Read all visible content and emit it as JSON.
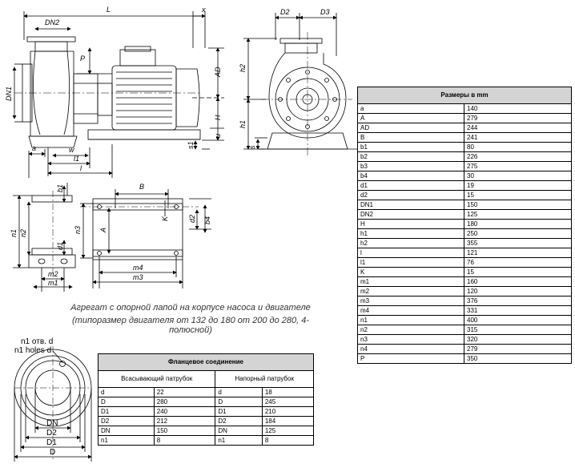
{
  "dimension_labels": {
    "L": "L",
    "x": "x",
    "DN2": "DN2",
    "P": "P",
    "AD": "AD",
    "H": "H",
    "DN1": "DN1",
    "a": "a",
    "w": "w",
    "l1": "l1",
    "l": "l",
    "u": "u",
    "s1": "s1",
    "D2": "D2",
    "D3": "D3",
    "h2": "h2",
    "h1": "h1",
    "s": "s",
    "b1": "b1",
    "B": "B",
    "n1": "n1",
    "n2": "n2",
    "d1": "d1",
    "m2": "m2",
    "m1": "m1",
    "n3": "n3",
    "A": "A",
    "K": "K",
    "d2": "d2",
    "b4": "b4",
    "m4": "m4",
    "m3": "m3",
    "DN": "DN",
    "D": "D",
    "D1": "D1"
  },
  "caption": {
    "line1": "Агрегат с опорной лапой на корпусе насоса и двигателе",
    "line2": "(типоразмер двигателя от 132 до 180 от 200 до 280, 4-полюсной)"
  },
  "holes_label": {
    "ru": "n1 отв. d",
    "en": "n1 holes d"
  },
  "sizes_table": {
    "title": "Размеры в mm",
    "rows": [
      [
        "a",
        "140"
      ],
      [
        "A",
        "279"
      ],
      [
        "AD",
        "244"
      ],
      [
        "B",
        "241"
      ],
      [
        "b1",
        "80"
      ],
      [
        "b2",
        "226"
      ],
      [
        "b3",
        "275"
      ],
      [
        "b4",
        "30"
      ],
      [
        "d1",
        "19"
      ],
      [
        "d2",
        "15"
      ],
      [
        "DN1",
        "150"
      ],
      [
        "DN2",
        "125"
      ],
      [
        "H",
        "180"
      ],
      [
        "h1",
        "250"
      ],
      [
        "h2",
        "355"
      ],
      [
        "l",
        "121"
      ],
      [
        "l1",
        "76"
      ],
      [
        "K",
        "15"
      ],
      [
        "m1",
        "160"
      ],
      [
        "m2",
        "120"
      ],
      [
        "m3",
        "376"
      ],
      [
        "m4",
        "331"
      ],
      [
        "n1",
        "400"
      ],
      [
        "n2",
        "315"
      ],
      [
        "n3",
        "320"
      ],
      [
        "n4",
        "279"
      ],
      [
        "P",
        "350"
      ]
    ]
  },
  "flange_table": {
    "title": "Фланцевое соединение",
    "suction_header": "Всасывающий патрубок",
    "discharge_header": "Напорный патрубок",
    "rows": [
      [
        "d",
        "22",
        "d",
        "18"
      ],
      [
        "D",
        "280",
        "D",
        "245"
      ],
      [
        "D1",
        "240",
        "D1",
        "210"
      ],
      [
        "D2",
        "212",
        "D2",
        "184"
      ],
      [
        "DN",
        "150",
        "DN",
        "125"
      ],
      [
        "n1",
        "8",
        "n1",
        "8"
      ]
    ]
  }
}
